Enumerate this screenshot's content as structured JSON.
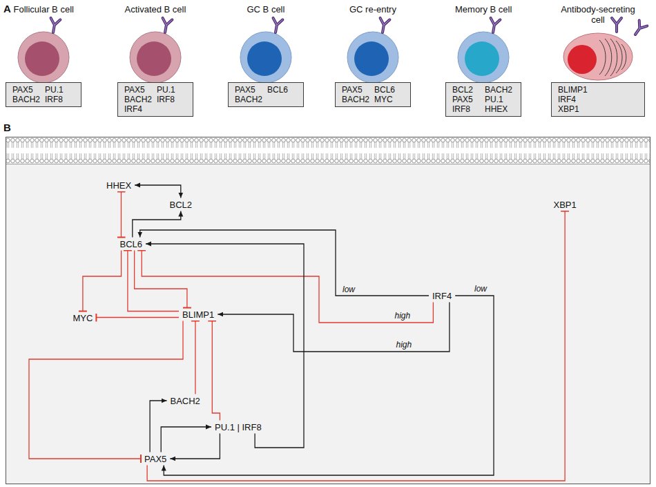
{
  "diagram": {
    "nodes": [
      {
        "text": [
          "PAX5",
          "PU.1",
          "BACH2",
          "IRF8"
        ]
      },
      {
        "text": [
          "PAX5",
          "PU.1",
          "BACH2",
          "IRF8",
          "IRF4"
        ]
      },
      {
        "text": [
          "PAX5",
          "BCL6",
          "BACH2"
        ]
      },
      {
        "text": [
          "PAX5",
          "BCL6",
          "BACH2",
          "MYC"
        ]
      },
      {
        "text": [
          "BCL2",
          "BACH2",
          "PAX5",
          "PU.1",
          "IRF8",
          "HHEX"
        ]
      },
      {
        "text": [
          "BLIMP1",
          "IRF4",
          "XBP1"
        ]
      },
      {
        "text": [
          "HHEX"
        ]
      },
      {
        "text": [
          "BCL2"
        ]
      },
      {
        "text": [
          "BCL6"
        ]
      },
      {
        "text": [
          "MYC"
        ]
      },
      {
        "text": [
          "BLIMP1"
        ]
      },
      {
        "text": [
          "BACH2"
        ]
      },
      {
        "text": [
          "PU.1 | IRF8"
        ]
      },
      {
        "text": [
          "PAX5"
        ]
      },
      {
        "text": [
          "IRF4"
        ]
      },
      {
        "text": [
          "XBP1"
        ]
      }
    ],
    "edges": [
      {
        "from": 6,
        "to": 7,
        "arrow": "both"
      },
      {
        "from": 6,
        "to": 8,
        "arrow": "both"
      },
      {
        "from": 8,
        "to": 7,
        "arrow": "to"
      },
      {
        "from": 14,
        "to": 8,
        "label": "low",
        "arrow": "to"
      },
      {
        "from": 14,
        "to": 8,
        "label": "high",
        "arrow": "to"
      },
      {
        "from": 14,
        "to": 10,
        "label": "high",
        "arrow": "to"
      },
      {
        "from": 14,
        "to": 13,
        "label": "low",
        "arrow": "to"
      },
      {
        "from": 8,
        "to": 9,
        "arrow": "to"
      },
      {
        "from": 8,
        "to": 10,
        "arrow": "to"
      },
      {
        "from": 10,
        "to": 8,
        "arrow": "to"
      },
      {
        "from": 10,
        "to": 9,
        "arrow": "to"
      },
      {
        "from": 10,
        "to": 13,
        "arrow": "to"
      },
      {
        "from": 11,
        "to": 10,
        "arrow": "to"
      },
      {
        "from": 12,
        "to": 10,
        "arrow": "to"
      },
      {
        "from": 13,
        "to": 11,
        "arrow": "to"
      },
      {
        "from": 13,
        "to": 12,
        "arrow": "to"
      },
      {
        "from": 12,
        "to": 13,
        "arrow": "to"
      },
      {
        "from": 12,
        "to": 8,
        "arrow": "to"
      },
      {
        "from": 13,
        "to": 15,
        "arrow": "to"
      }
    ],
    "labels": [
      "A",
      "Follicular B cell",
      "Activated B cell",
      "GC B cell",
      "GC re-entry",
      "Memory B cell",
      "Antibody-secreting cell",
      "B"
    ]
  }
}
